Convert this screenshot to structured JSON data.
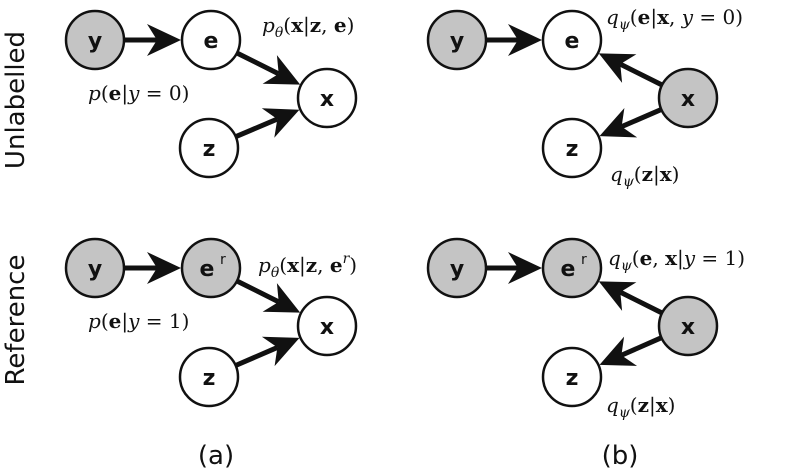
{
  "row_labels": {
    "top": "Unlabelled",
    "bottom": "Reference"
  },
  "panel_labels": {
    "a": "(a)",
    "b": "(b)"
  },
  "node_fill": {
    "observed": "#c4c4c4",
    "latent": "#ffffff"
  },
  "nodes": [
    {
      "id": "a-top-y",
      "label": "y",
      "sup": "",
      "observed": true
    },
    {
      "id": "a-top-e",
      "label": "e",
      "sup": "",
      "observed": false
    },
    {
      "id": "a-top-z",
      "label": "z",
      "sup": "",
      "observed": false
    },
    {
      "id": "a-top-x",
      "label": "x",
      "sup": "",
      "observed": false
    },
    {
      "id": "b-top-y",
      "label": "y",
      "sup": "",
      "observed": true
    },
    {
      "id": "b-top-e",
      "label": "e",
      "sup": "",
      "observed": false
    },
    {
      "id": "b-top-z",
      "label": "z",
      "sup": "",
      "observed": false
    },
    {
      "id": "b-top-x",
      "label": "x",
      "sup": "",
      "observed": true
    },
    {
      "id": "a-bot-y",
      "label": "y",
      "sup": "",
      "observed": true
    },
    {
      "id": "a-bot-e",
      "label": "e",
      "sup": "r",
      "observed": true
    },
    {
      "id": "a-bot-z",
      "label": "z",
      "sup": "",
      "observed": false
    },
    {
      "id": "a-bot-x",
      "label": "x",
      "sup": "",
      "observed": false
    },
    {
      "id": "b-bot-y",
      "label": "y",
      "sup": "",
      "observed": true
    },
    {
      "id": "b-bot-e",
      "label": "e",
      "sup": "r",
      "observed": true
    },
    {
      "id": "b-bot-z",
      "label": "z",
      "sup": "",
      "observed": false
    },
    {
      "id": "b-bot-x",
      "label": "x",
      "sup": "",
      "observed": true
    }
  ],
  "edges": [
    {
      "from": "a-top-y",
      "to": "a-top-e"
    },
    {
      "from": "a-top-e",
      "to": "a-top-x"
    },
    {
      "from": "a-top-z",
      "to": "a-top-x"
    },
    {
      "from": "b-top-y",
      "to": "b-top-e"
    },
    {
      "from": "b-top-x",
      "to": "b-top-e"
    },
    {
      "from": "b-top-x",
      "to": "b-top-z"
    },
    {
      "from": "a-bot-y",
      "to": "a-bot-e"
    },
    {
      "from": "a-bot-e",
      "to": "a-bot-x"
    },
    {
      "from": "a-bot-z",
      "to": "a-bot-x"
    },
    {
      "from": "b-bot-y",
      "to": "b-bot-e"
    },
    {
      "from": "b-bot-x",
      "to": "b-bot-e"
    },
    {
      "from": "b-bot-x",
      "to": "b-bot-z"
    }
  ],
  "annotations": {
    "a_top_prior_e": "p(e|y = 0)",
    "a_top_lik_x": "pθ(x|z, e)",
    "b_top_post_e": "qψ(e|x, y = 0)",
    "b_top_post_z": "qψ(z|x)",
    "a_bot_prior_e": "p(e|y = 1)",
    "a_bot_lik_x": "pθ(x|z, e^r)",
    "b_bot_post_ex": "qψ(e, x|y = 1)",
    "b_bot_post_z": "qψ(z|x)"
  }
}
